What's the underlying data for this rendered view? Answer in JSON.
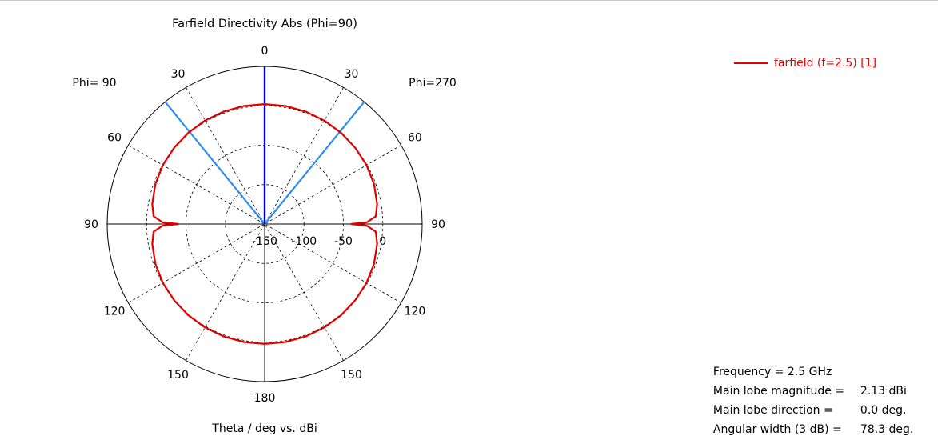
{
  "chart_data": {
    "type": "polar",
    "title": "Farfield Directivity Abs (Phi=90)",
    "xlabel": "Theta / deg vs. dBi",
    "left_half_label": "Phi= 90",
    "right_half_label": "Phi=270",
    "angle_ticks": [
      {
        "theta": 0,
        "label": "0"
      },
      {
        "theta": -30,
        "label": "30"
      },
      {
        "theta": 30,
        "label": "30"
      },
      {
        "theta": -60,
        "label": "60"
      },
      {
        "theta": 60,
        "label": "60"
      },
      {
        "theta": -90,
        "label": "90"
      },
      {
        "theta": 90,
        "label": "90"
      },
      {
        "theta": -120,
        "label": "120"
      },
      {
        "theta": 120,
        "label": "120"
      },
      {
        "theta": -150,
        "label": "150"
      },
      {
        "theta": 150,
        "label": "150"
      },
      {
        "theta": 180,
        "label": "180"
      }
    ],
    "radial_ticks": [
      {
        "value": -150,
        "label": "-150"
      },
      {
        "value": -100,
        "label": "-100"
      },
      {
        "value": -50,
        "label": "-50"
      },
      {
        "value": 0,
        "label": "0"
      }
    ],
    "radial_range": [
      -150,
      50
    ],
    "grid": true,
    "main_lobe_direction": 0.0,
    "beamwidth_lines": [
      -39.2,
      39.2
    ],
    "series": [
      {
        "name": "farfield (f=2.5) [1]",
        "color": "#e00000",
        "theta": [
          -180,
          -170,
          -160,
          -150,
          -140,
          -130,
          -120,
          -110,
          -100,
          -94,
          -91,
          -90,
          -89,
          -86,
          -80,
          -70,
          -60,
          -50,
          -40,
          -30,
          -20,
          -10,
          0,
          10,
          20,
          30,
          40,
          50,
          60,
          70,
          80,
          86,
          89,
          90,
          91,
          94,
          100,
          110,
          120,
          130,
          140,
          150,
          160,
          170,
          180
        ],
        "values": [
          2.13,
          2.08,
          1.9,
          1.6,
          1.1,
          0.3,
          -0.6,
          -2.2,
          -5.0,
          -8.5,
          -20,
          -40,
          -20,
          -8.5,
          -5.0,
          -2.2,
          -0.6,
          0.3,
          1.1,
          1.6,
          1.9,
          2.08,
          2.13,
          2.08,
          1.9,
          1.6,
          1.1,
          0.3,
          -0.6,
          -2.2,
          -5.0,
          -8.5,
          -20,
          -40,
          -20,
          -8.5,
          -5.0,
          -2.2,
          -0.6,
          0.3,
          1.1,
          1.6,
          1.9,
          2.08,
          2.13
        ]
      }
    ],
    "legend_position": "top-right"
  },
  "info": [
    {
      "label": "Frequency = 2.5 GHz",
      "value": ""
    },
    {
      "label": "Main lobe magnitude =",
      "value": "2.13 dBi"
    },
    {
      "label": "Main lobe direction =",
      "value": "0.0 deg."
    },
    {
      "label": "Angular width (3 dB) =",
      "value": "78.3 deg."
    }
  ],
  "colors": {
    "curve": "#e00000",
    "main_lobe": "#0000c8",
    "beamwidth": "#2d8cf0",
    "grid": "#000000"
  }
}
